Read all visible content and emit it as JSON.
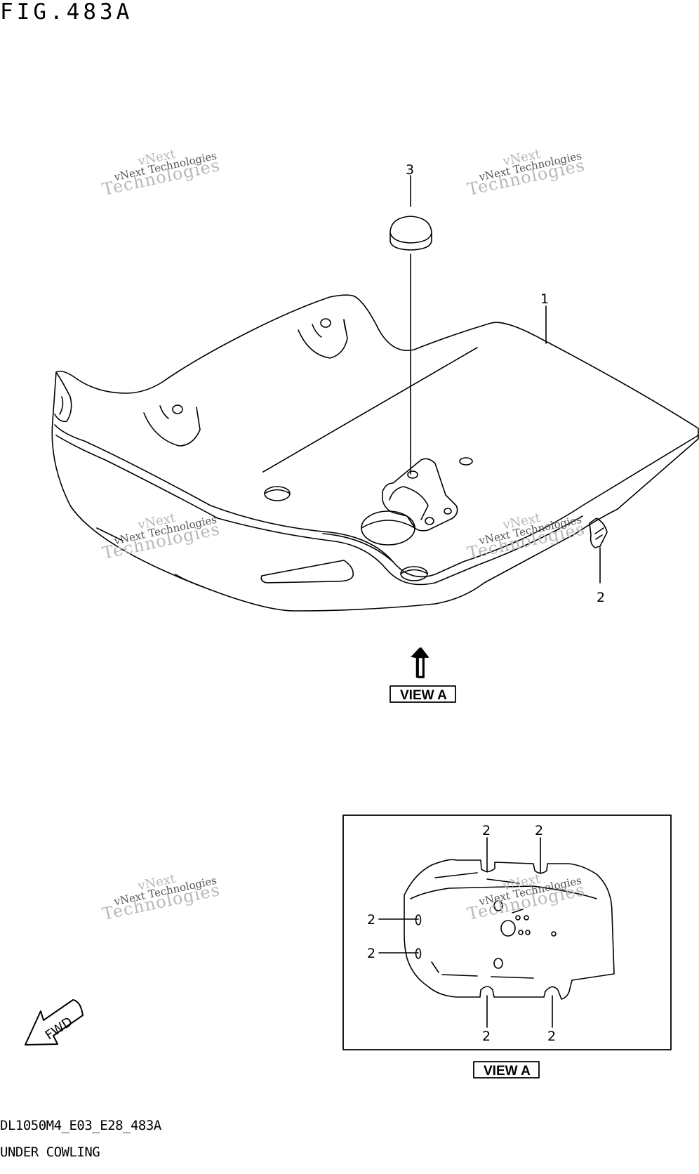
{
  "figure": {
    "title": "FIG.483A",
    "code": "DL1050M4_E03_E28_483A",
    "name": "UNDER COWLING"
  },
  "callouts": {
    "part1": "1",
    "part2": "2",
    "part3": "3",
    "inset_top_left": "2",
    "inset_top_right": "2",
    "inset_left_upper": "2",
    "inset_left_lower": "2",
    "inset_bottom_left": "2",
    "inset_bottom_right": "2"
  },
  "views": {
    "view_main": "VIEW A",
    "view_inset": "VIEW A"
  },
  "fwd_label": "FWD",
  "watermark": {
    "line1": "vNext",
    "line2": "vNext Technologies",
    "line3": "Technologies"
  },
  "colors": {
    "ink": "#000000",
    "watermark": "#b8b8b8"
  }
}
